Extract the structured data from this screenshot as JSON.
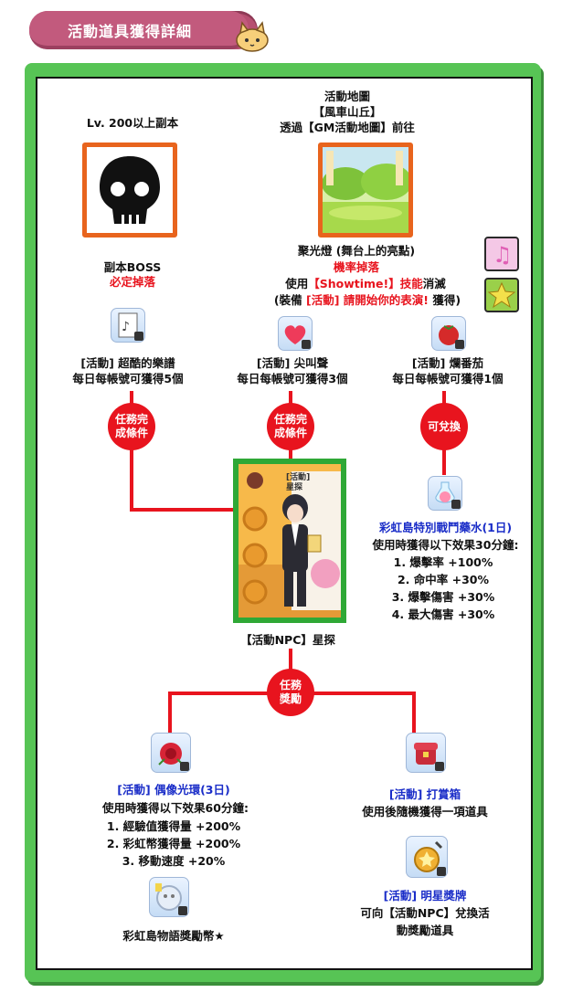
{
  "title": "活動道具獲得詳細",
  "boss": {
    "header": "Lv. 200以上副本",
    "name": "副本BOSS",
    "drop": "必定掉落"
  },
  "map": {
    "line1": "活動地圖",
    "line2": "【風車山丘】",
    "line3": "透過【GM活動地圖】前往"
  },
  "spotlight": {
    "name": "聚光燈 (舞台上的亮點)",
    "rate": "機率掉落",
    "use_prefix": "使用",
    "use_skill": "【Showtime!】技能",
    "use_suffix": "消滅",
    "equip_prefix": "(裝備 ",
    "equip_item": "[活動] 請開始你的表演!",
    "equip_suffix": " 獲得)"
  },
  "items_top": [
    {
      "name": "[活動] 超酷的樂譜",
      "limit": "每日每帳號可獲得5個"
    },
    {
      "name": "[活動] 尖叫聲",
      "limit": "每日每帳號可獲得3個"
    },
    {
      "name": "[活動] 爛番茄",
      "limit": "每日每帳號可獲得1個"
    }
  ],
  "circles": {
    "quest1": "任務完成條件",
    "quest2": "任務完成條件",
    "exchange": "可兌換",
    "reward": "任務獎勵"
  },
  "npc": {
    "tag": "[活動]星探",
    "label": "【活動NPC】星探"
  },
  "potion": {
    "name": "彩虹島特別戰鬥藥水(1日)",
    "desc": "使用時獲得以下效果30分鐘:",
    "effects": [
      "1. 爆擊率 +100%",
      "2. 命中率 +30%",
      "3. 爆擊傷害 +30%",
      "4. 最大傷害 +30%"
    ]
  },
  "aura": {
    "name": "[活動] 偶像光環(3日)",
    "desc": "使用時獲得以下效果60分鐘:",
    "effects": [
      "1. 經驗值獲得量 +200%",
      "2. 彩虹幣獲得量 +200%",
      "3. 移動速度 +20%"
    ]
  },
  "coin": {
    "name": "彩虹島物語獎勵幣★"
  },
  "tipbox": {
    "name": "[活動] 打賞箱",
    "desc": "使用後隨機獲得一項道具"
  },
  "medal": {
    "name": "[活動] 明星獎牌",
    "desc1": "可向【活動NPC】兌換活",
    "desc2": "動獎勵道具"
  },
  "icons": [
    "skull-icon",
    "map-preview",
    "music-note-skill-icon",
    "star-skill-icon",
    "music-sheet-icon",
    "heart-icon",
    "tomato-icon",
    "potion-icon",
    "rose-aura-icon",
    "tip-box-icon",
    "coin-icon",
    "medal-icon"
  ],
  "colors": {
    "accent": "#e8141e",
    "frame": "#57c455",
    "boss_border": "#e8641d",
    "title_tab": "#c25a7d",
    "blue_text": "#1a2dc8"
  }
}
